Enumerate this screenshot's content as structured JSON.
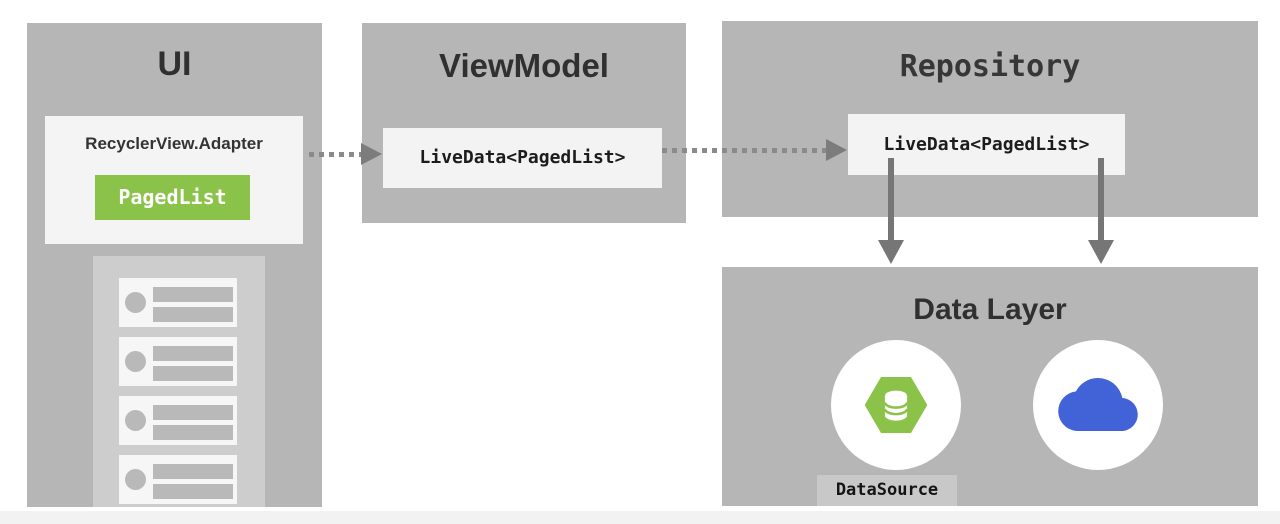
{
  "diagram": {
    "ui": {
      "title": "UI",
      "adapter_label": "RecyclerView.Adapter",
      "badge_label": "PagedList",
      "list_item_count": 4
    },
    "viewmodel": {
      "title": "ViewModel",
      "livedata_label": "LiveData<PagedList>"
    },
    "repository": {
      "title": "Repository",
      "livedata_label": "LiveData<PagedList>"
    },
    "data_layer": {
      "title": "Data Layer",
      "datasource_label": "DataSource",
      "sources": [
        "database",
        "network-cloud"
      ]
    },
    "colors": {
      "accent_green": "#8bc34a",
      "cloud_blue": "#4262d8",
      "box_gray": "#b6b6b6",
      "arrow_gray": "#767676"
    }
  }
}
